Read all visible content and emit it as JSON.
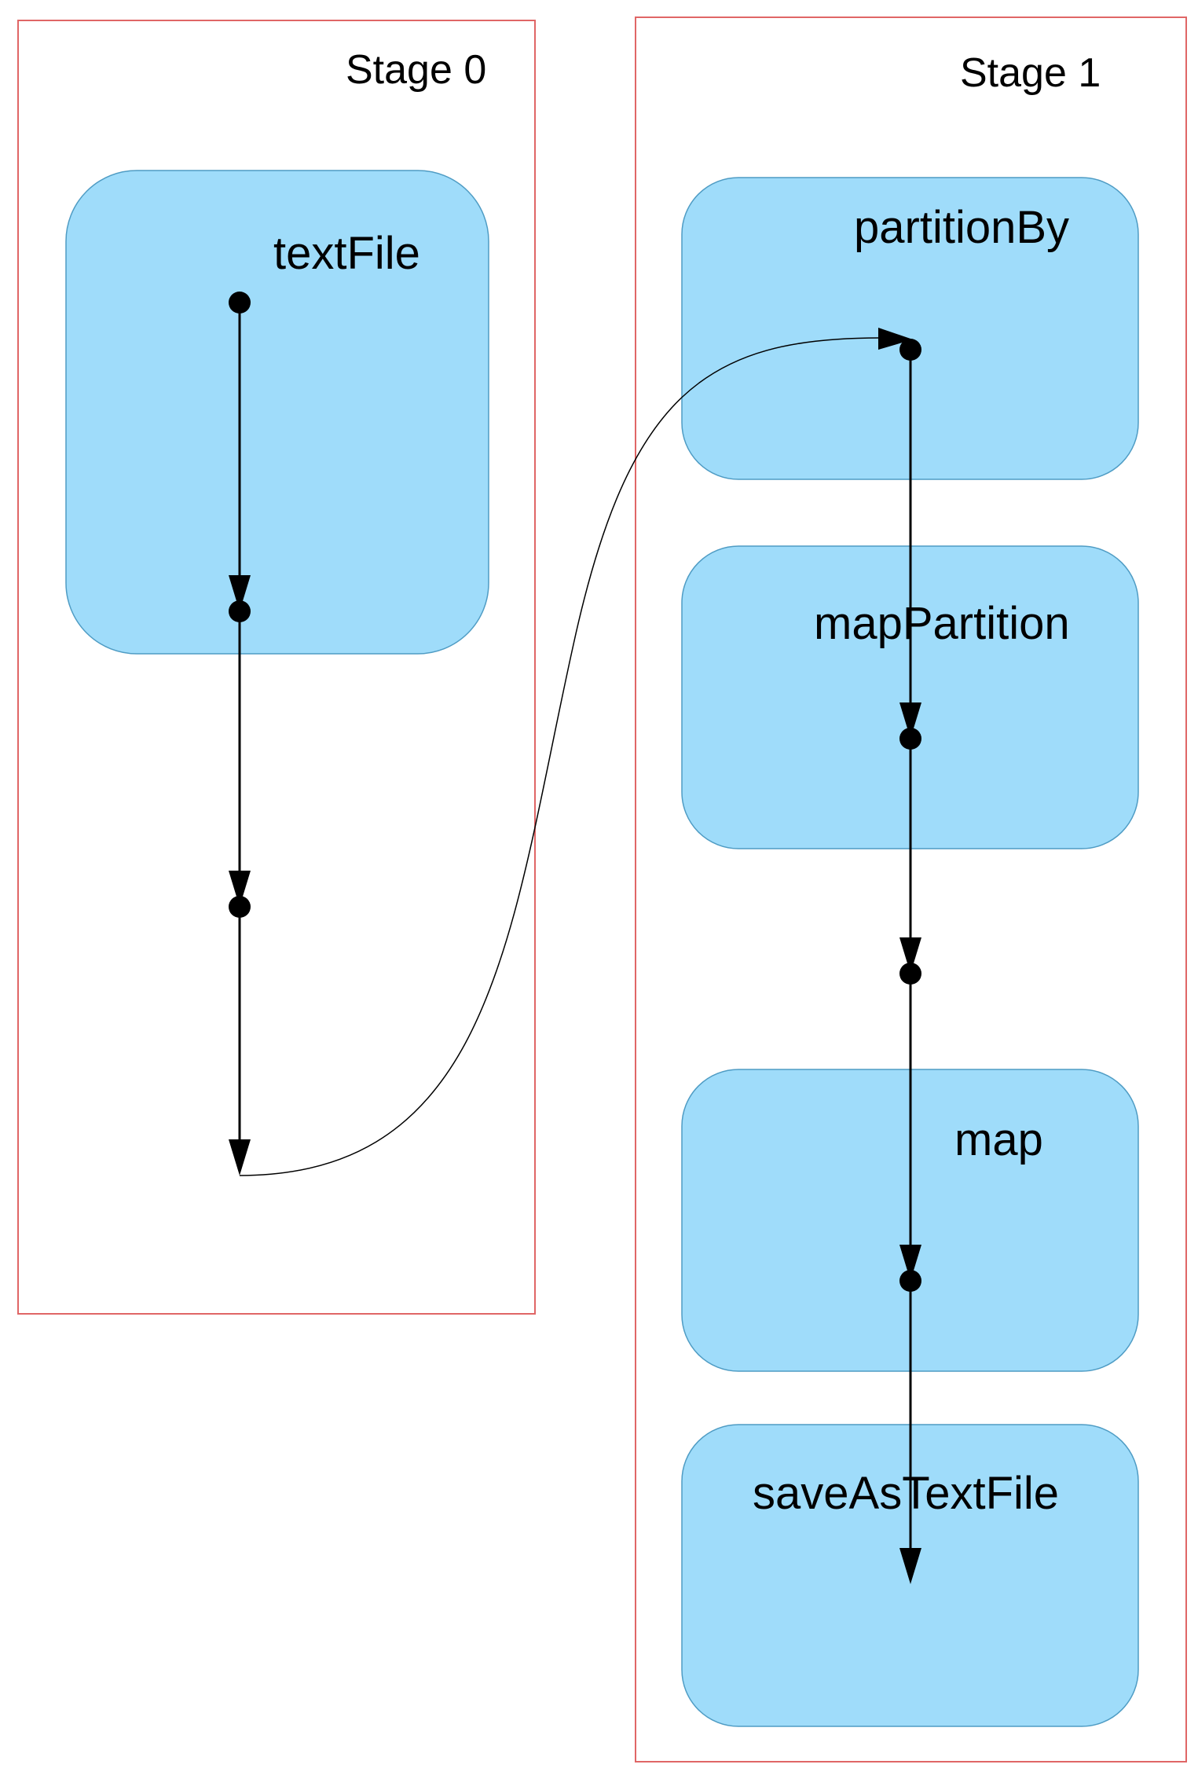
{
  "diagram": {
    "stages": [
      {
        "id": "stage0",
        "label": "Stage 0"
      },
      {
        "id": "stage1",
        "label": "Stage 1"
      }
    ],
    "operations": [
      {
        "id": "textFile",
        "label": "textFile",
        "stage": "stage0"
      },
      {
        "id": "partitionBy",
        "label": "partitionBy",
        "stage": "stage1"
      },
      {
        "id": "mapPartition",
        "label": "mapPartition",
        "stage": "stage1"
      },
      {
        "id": "map",
        "label": "map",
        "stage": "stage1"
      },
      {
        "id": "saveAsTextFile",
        "label": "saveAsTextFile",
        "stage": "stage1"
      }
    ],
    "colors": {
      "stage_border": "#e06666",
      "operation_fill": "#9fdcfa",
      "edge": "#000000"
    }
  }
}
